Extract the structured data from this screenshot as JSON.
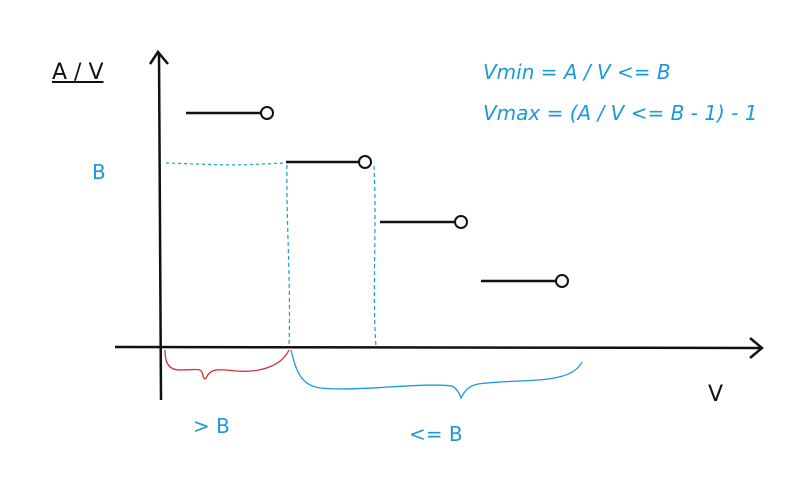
{
  "axes": {
    "y_label": "A / V",
    "x_label": "V"
  },
  "labels": {
    "b_level": "B",
    "greater_than_b": "> B",
    "less_equal_b": "<= B"
  },
  "formulas": {
    "vmin": "Vmin = A / V <= B",
    "vmax": "Vmax = (A / V <= B - 1) - 1"
  },
  "colors": {
    "ink": "#111111",
    "blue": "#1a9ad9",
    "red": "#d03030"
  }
}
